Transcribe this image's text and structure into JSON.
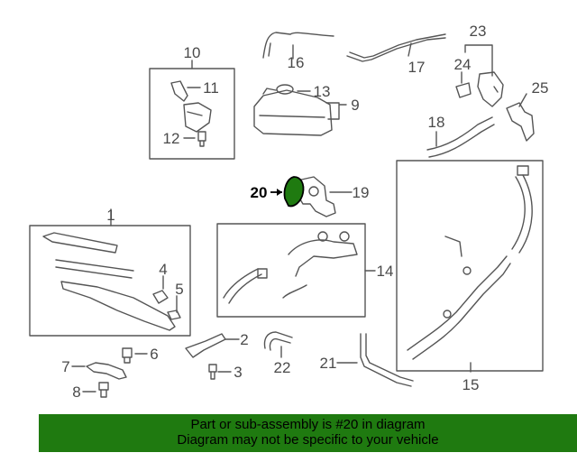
{
  "callouts": [
    "1",
    "2",
    "3",
    "4",
    "5",
    "6",
    "7",
    "8",
    "9",
    "10",
    "11",
    "12",
    "13",
    "14",
    "15",
    "16",
    "17",
    "18",
    "19",
    "20",
    "21",
    "22",
    "23",
    "24",
    "25"
  ],
  "highlight": {
    "part": "20",
    "color": "#1f7a10"
  },
  "footer": {
    "line1": "Part or sub-assembly is #20 in diagram",
    "line2": "Diagram may not be specific to your vehicle"
  }
}
